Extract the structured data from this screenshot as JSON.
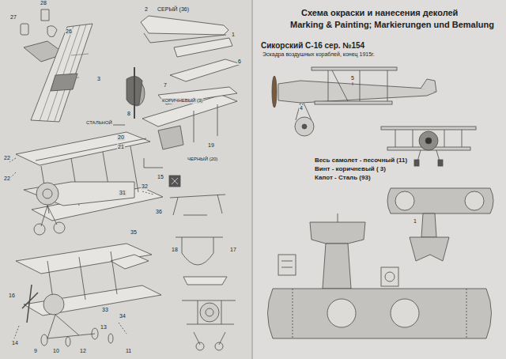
{
  "diagram": {
    "title": "Схема окраски и нанесения деколей",
    "labels": [
      "Marking & Painting; Markierungen und Bemalung",
      "Сикорский С-16 сер. №154",
      "Эскадра воздушных кораблей, конец 1915г.",
      "4",
      "5",
      "Весь самолет - песочный (11)",
      "Винт - коричневый ( 3)",
      "Капот - Сталь (93)",
      "2",
      "СЕРЫЙ (36)",
      "1",
      "КОРИЧНЕВЫЙ (3)",
      "СТАЛЬНОЙ",
      "ЧЕРНЫЙ (20)",
      "7",
      "6",
      "8",
      "19",
      "20",
      "21",
      "27",
      "28",
      "26",
      "3",
      "22",
      "22",
      "31",
      "32",
      "15",
      "35",
      "36",
      "16",
      "14",
      "13",
      "12",
      "9",
      "10",
      "11",
      "34",
      "33",
      "18",
      "17",
      "1"
    ]
  }
}
